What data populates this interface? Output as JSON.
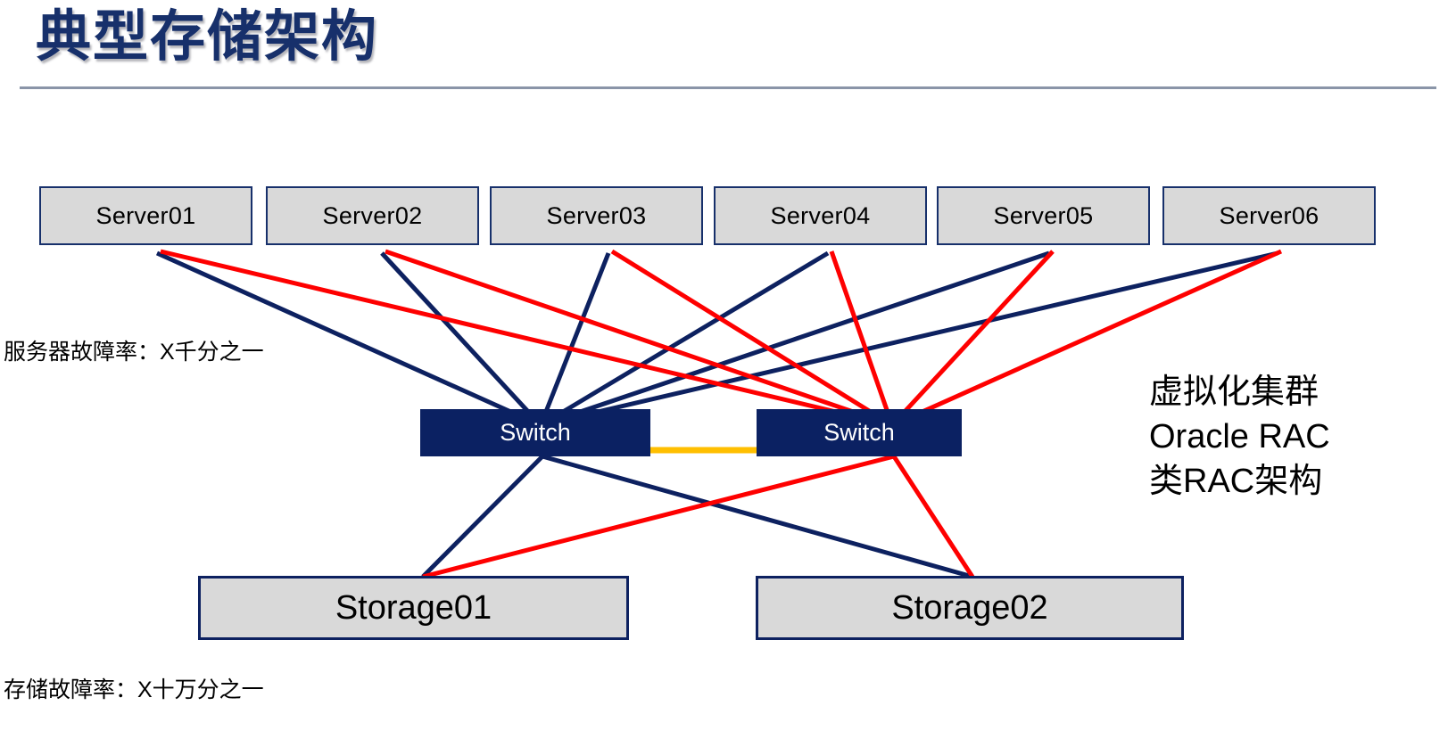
{
  "slide": {
    "title": "典型存储架构",
    "background_color": "#ffffff"
  },
  "colors": {
    "title_navy": "#17306b",
    "rule_gray": "#8a95a8",
    "box_fill_gray": "#d9d9d9",
    "box_border_navy": "#17306b",
    "switch_fill_navy": "#0b2162",
    "switch_text": "#ffffff",
    "link_navy": "#0d2160",
    "link_red": "#fe0000",
    "isl_orange": "#ffbf00"
  },
  "servers": [
    {
      "label": "Server01"
    },
    {
      "label": "Server02"
    },
    {
      "label": "Server03"
    },
    {
      "label": "Server04"
    },
    {
      "label": "Server05"
    },
    {
      "label": "Server06"
    }
  ],
  "switches": [
    {
      "label": "Switch"
    },
    {
      "label": "Switch"
    }
  ],
  "storages": [
    {
      "label": "Storage01"
    },
    {
      "label": "Storage02"
    }
  ],
  "annotations": {
    "server_failure_rate": "服务器故障率：X千分之一",
    "storage_failure_rate": "存储故障率：X十万分之一"
  },
  "cluster_note": {
    "line1": "虚拟化集群",
    "line2": "Oracle RAC",
    "line3": "类RAC架构"
  }
}
